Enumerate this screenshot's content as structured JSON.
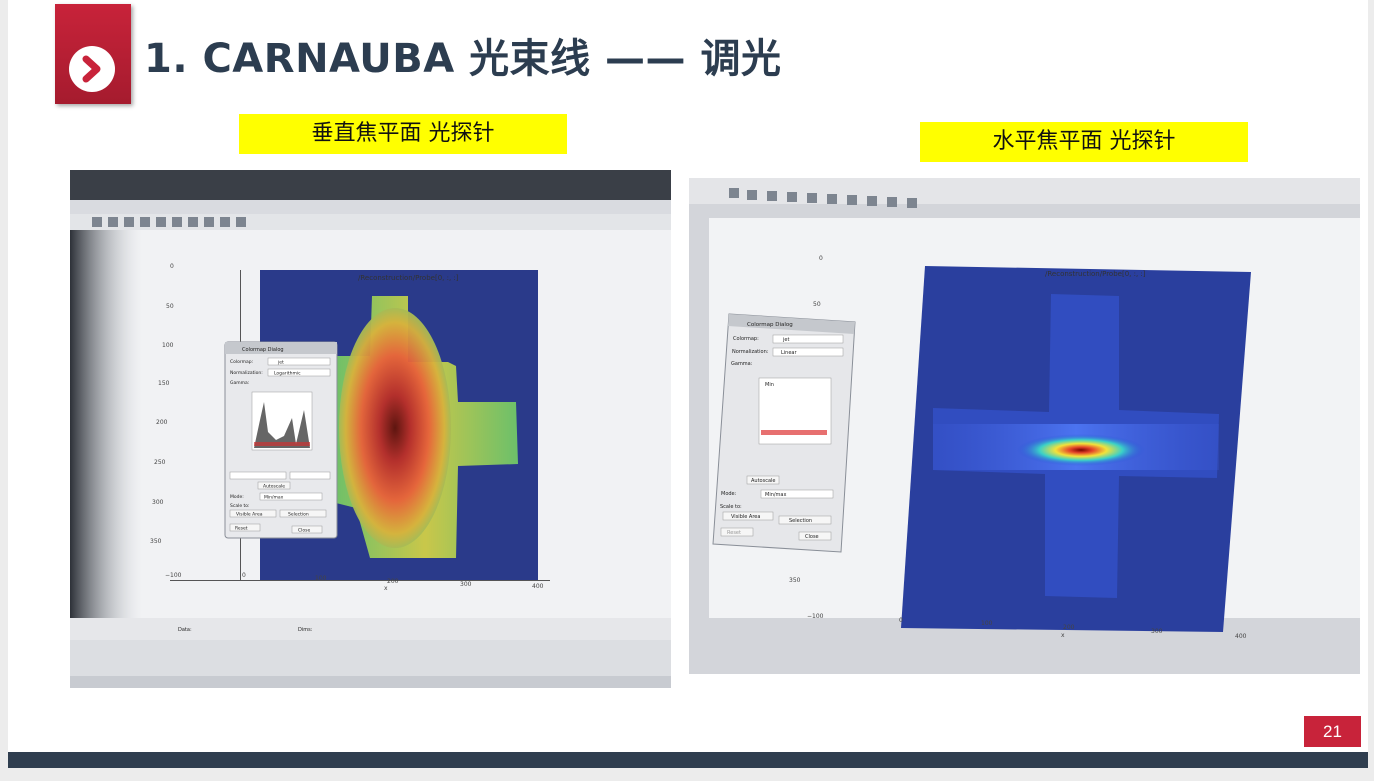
{
  "slide": {
    "title": "1. CARNAUBA 光束线 —— 调光",
    "page_number": "21",
    "accent_color": "#c8233a",
    "title_color": "#2c3d50",
    "footer_color": "#2f3e4f"
  },
  "left_panel": {
    "caption": "垂直焦平面 光探针",
    "caption_bg": "#ffff00",
    "photo_plot_title": "/Reconstruction/Probe[0, :, :]",
    "x_ticks": [
      "−100",
      "0",
      "100",
      "200",
      "300",
      "400"
    ],
    "y_ticks": [
      "0",
      "50",
      "100",
      "150",
      "200",
      "250",
      "300",
      "350"
    ],
    "x_label": "x",
    "dialog": {
      "title": "Colormap Dialog",
      "colormap_label": "Colormap:",
      "colormap_value": "jet",
      "normalization_label": "Normalization:",
      "normalization_value": "Logarithmic",
      "gamma_label": "Gamma:",
      "autoscale_label": "Autoscale",
      "mode_label": "Mode:",
      "mode_value": "Min/max",
      "scale_to_label": "Scale to:",
      "visible_area_label": "Visible Area",
      "selection_label": "Selection",
      "reset_label": "Reset",
      "close_label": "Close"
    },
    "status": {
      "data_label": "Data:",
      "dims_label": "Dims:"
    }
  },
  "right_panel": {
    "caption": "水平焦平面 光探针",
    "caption_bg": "#ffff00",
    "photo_plot_title": "/Reconstruction/Probe[0, :, :]",
    "x_ticks": [
      "−100",
      "0",
      "100",
      "200",
      "300",
      "400"
    ],
    "y_ticks": [
      "0",
      "50",
      "350"
    ],
    "x_label": "x",
    "dialog": {
      "title": "Colormap Dialog",
      "colormap_label": "Colormap:",
      "colormap_value": "jet",
      "normalization_label": "Normalization:",
      "normalization_value": "Linear",
      "gamma_label": "Gamma:",
      "hist_label": "Min",
      "autoscale_label": "Autoscale",
      "mode_label": "Mode:",
      "mode_value": "Min/max",
      "scale_to_label": "Scale to:",
      "visible_area_label": "Visible Area",
      "selection_label": "Selection",
      "reset_label": "Reset",
      "close_label": "Close"
    }
  }
}
